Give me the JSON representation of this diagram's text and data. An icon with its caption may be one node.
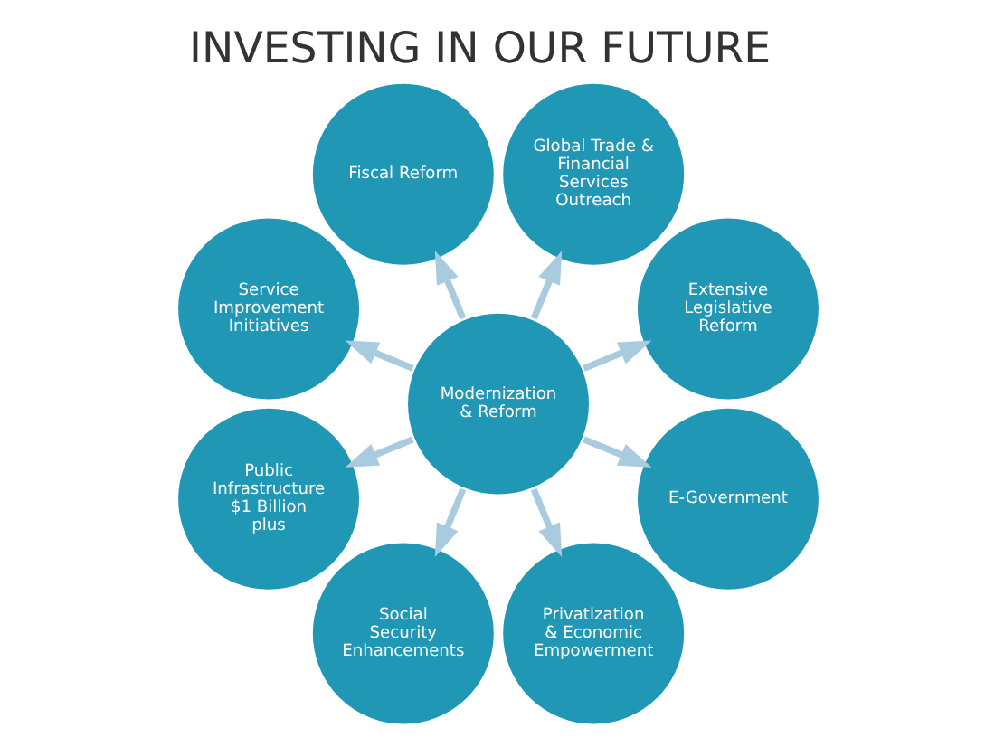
{
  "diagram": {
    "title": "INVESTING IN OUR FUTURE",
    "nodes": [
      {
        "text": [
          "Extensive Legislative Reform"
        ]
      },
      {
        "text": [
          "Global Trade & Financial Services Outreach"
        ]
      },
      {
        "text": [
          "Fiscal Reform"
        ]
      },
      {
        "text": [
          "Service Improvement Initiatives"
        ]
      },
      {
        "text": [
          "Modernization & Reform"
        ]
      },
      {
        "text": [
          "Public Infrastructure",
          "$1 Billion plus"
        ]
      },
      {
        "text": [
          "Social Security Enhancements"
        ]
      },
      {
        "text": [
          "Privatization & Economic Empowerment"
        ]
      },
      {
        "text": [
          "E-Government"
        ]
      }
    ],
    "edges": [
      {
        "from": 4,
        "to": 0,
        "arrow": "to"
      },
      {
        "from": 4,
        "to": 2,
        "arrow": "to"
      },
      {
        "from": 4,
        "to": 5,
        "arrow": "to"
      },
      {
        "from": 4,
        "to": 7,
        "arrow": "to"
      },
      {
        "from": 4,
        "to": 8,
        "arrow": "to"
      },
      {
        "from": 4,
        "to": 6,
        "arrow": "to"
      },
      {
        "from": 4,
        "to": 3,
        "arrow": "to"
      },
      {
        "from": 4,
        "to": 1,
        "arrow": "to"
      }
    ]
  }
}
